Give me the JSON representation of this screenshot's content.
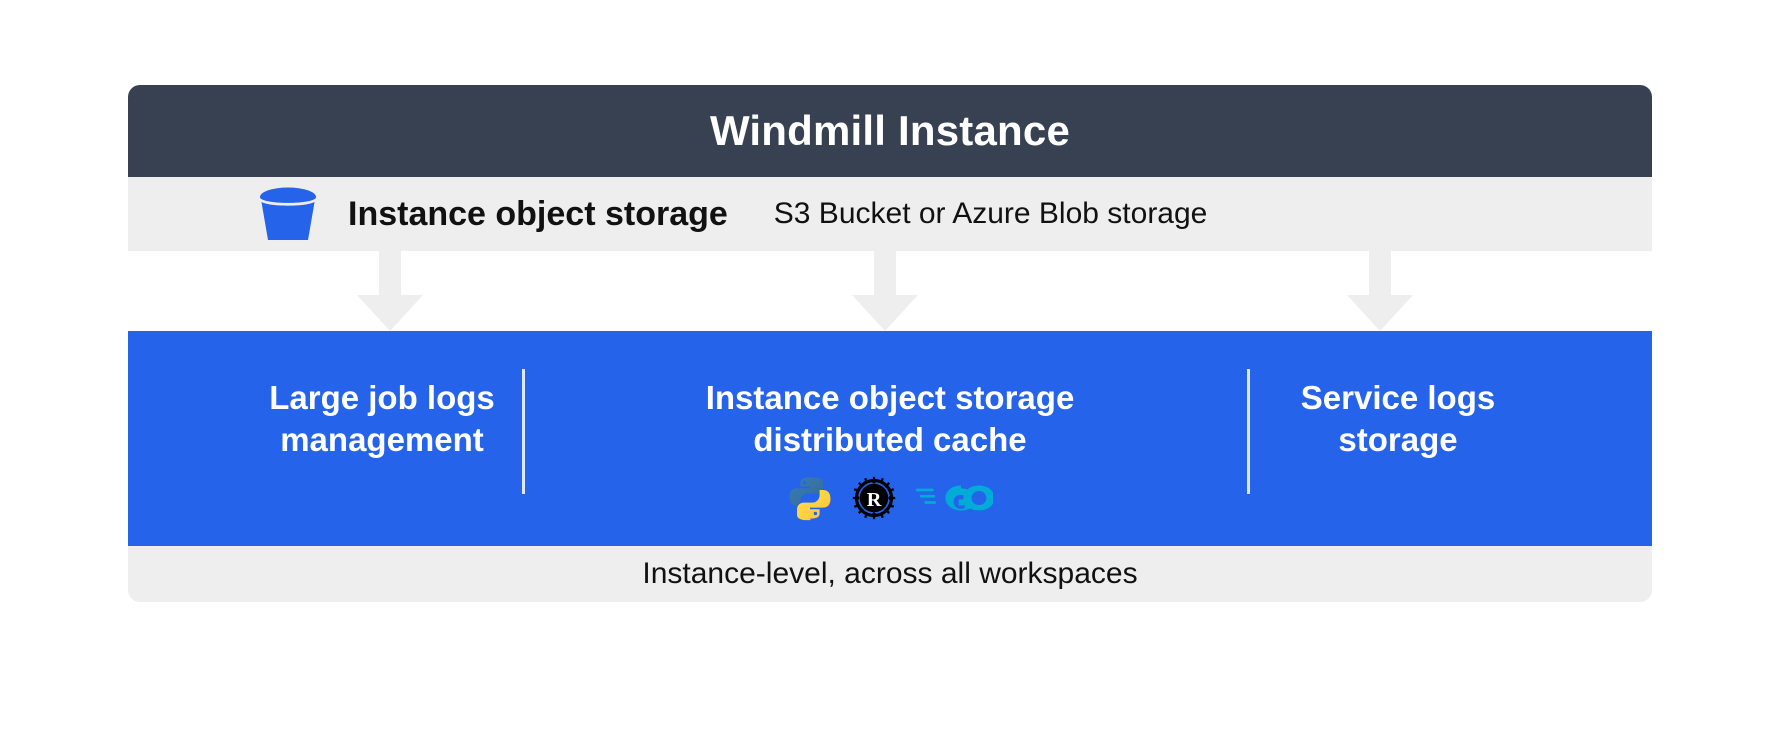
{
  "header": {
    "title": "Windmill Instance",
    "background_color": "#374151",
    "text_color": "#ffffff"
  },
  "storage_row": {
    "icon": "bucket-icon",
    "title": "Instance object storage",
    "subtitle": "S3 Bucket or Azure Blob storage",
    "background_color": "#eeeeee"
  },
  "connectors": {
    "count": 3,
    "color": "#eeeeee",
    "direction": "down"
  },
  "blue_panel": {
    "background_color": "#2563eb",
    "columns": [
      {
        "label": "Large job logs\nmanagement"
      },
      {
        "label": "Instance object storage\ndistributed cache",
        "logos": [
          {
            "name": "python-logo",
            "label": "Python"
          },
          {
            "name": "rust-logo",
            "label": "Rust"
          },
          {
            "name": "go-logo",
            "label": "Go"
          }
        ]
      },
      {
        "label": "Service logs\nstorage"
      }
    ]
  },
  "footer": {
    "text": "Instance-level, across all workspaces",
    "background_color": "#eeeeee"
  },
  "colors": {
    "accent_blue": "#2563eb",
    "dark_slate": "#374151",
    "light_gray": "#eeeeee",
    "python_blue": "#306998",
    "python_yellow": "#ffd43b",
    "rust_black": "#000000",
    "go_cyan": "#00acd7"
  }
}
